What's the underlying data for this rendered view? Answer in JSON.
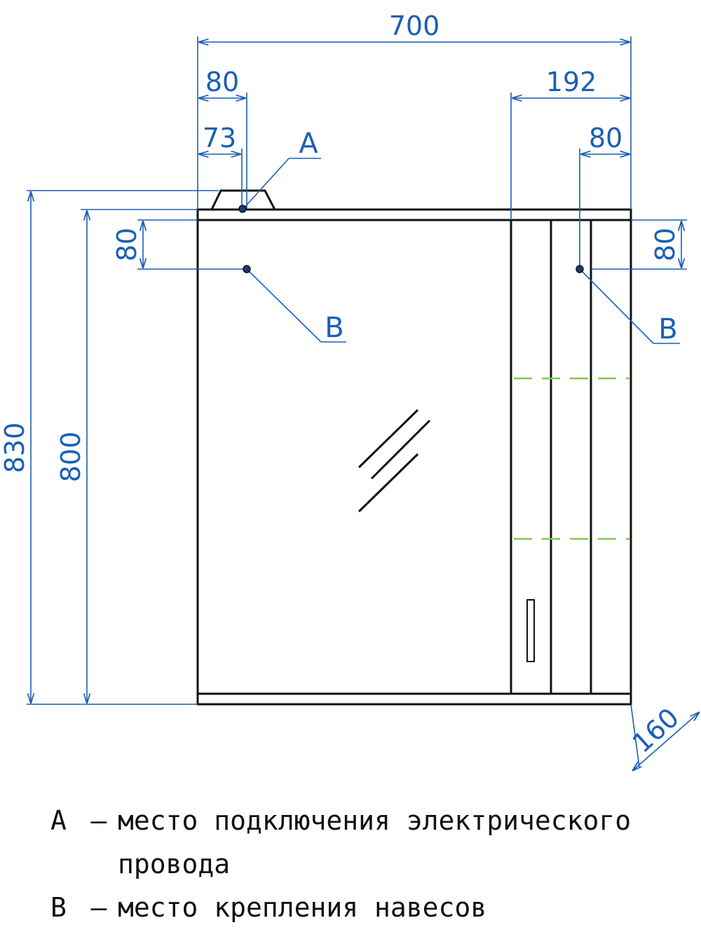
{
  "dimensions": {
    "total_width": "700",
    "left_offset_80": "80",
    "left_offset_73": "73",
    "right_section": "192",
    "right_offset_80": "80",
    "left_vertical_80": "80",
    "right_vertical_80": "80",
    "total_height": "830",
    "body_height": "800",
    "depth": "160"
  },
  "callouts": {
    "a": "A",
    "b_left": "B",
    "b_right": "B"
  },
  "legend": {
    "a_key": "A",
    "a_dash": "–",
    "a_text": "место подключения электрического",
    "a_text_cont": "провода",
    "b_key": "B",
    "b_dash": "–",
    "b_text": "место крепления навесов"
  },
  "colors": {
    "dimension": "#1a5fb4",
    "outline": "#111111",
    "shelf": "#7ec850"
  }
}
